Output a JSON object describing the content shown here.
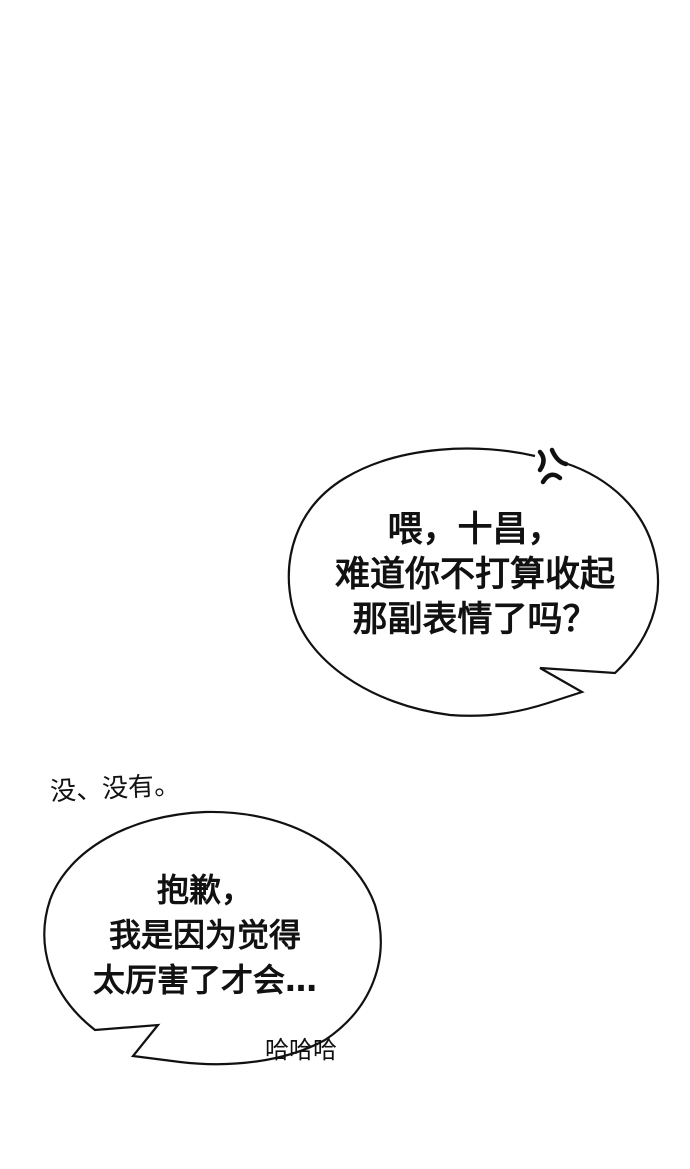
{
  "panel": {
    "background": "#ffffff",
    "ink_color": "#111111"
  },
  "bubble_top": {
    "lines": [
      "喂，十昌，",
      "难道你不打算收起",
      "那副表情了吗？"
    ],
    "icon": "anger-vein-icon"
  },
  "caption_side": {
    "text": "没、没有。"
  },
  "bubble_bottom": {
    "lines": [
      "抱歉，",
      "我是因为觉得",
      "太厉害了才会…"
    ],
    "sfx": "哈哈哈"
  }
}
